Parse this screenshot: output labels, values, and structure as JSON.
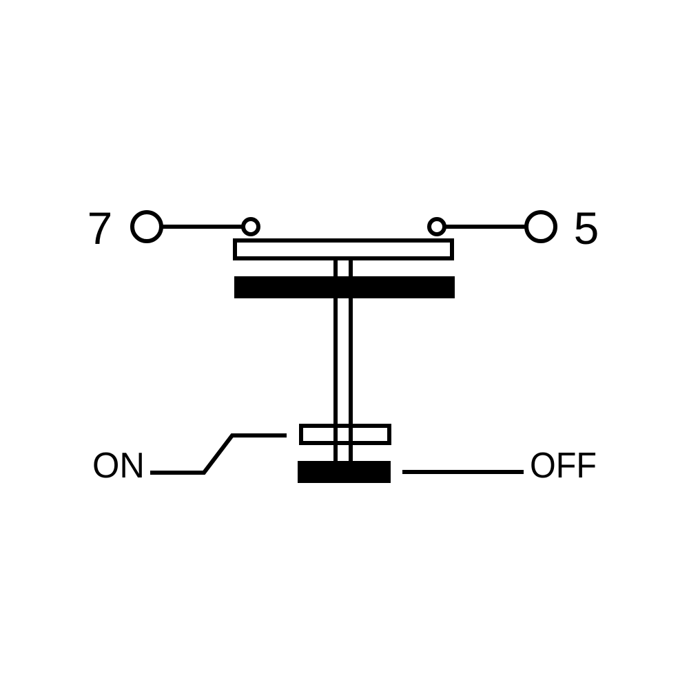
{
  "terminals": {
    "left_label": "7",
    "right_label": "5"
  },
  "positions": {
    "on_label": "ON",
    "off_label": "OFF"
  },
  "colors": {
    "stroke": "#000000",
    "background": "#ffffff"
  }
}
